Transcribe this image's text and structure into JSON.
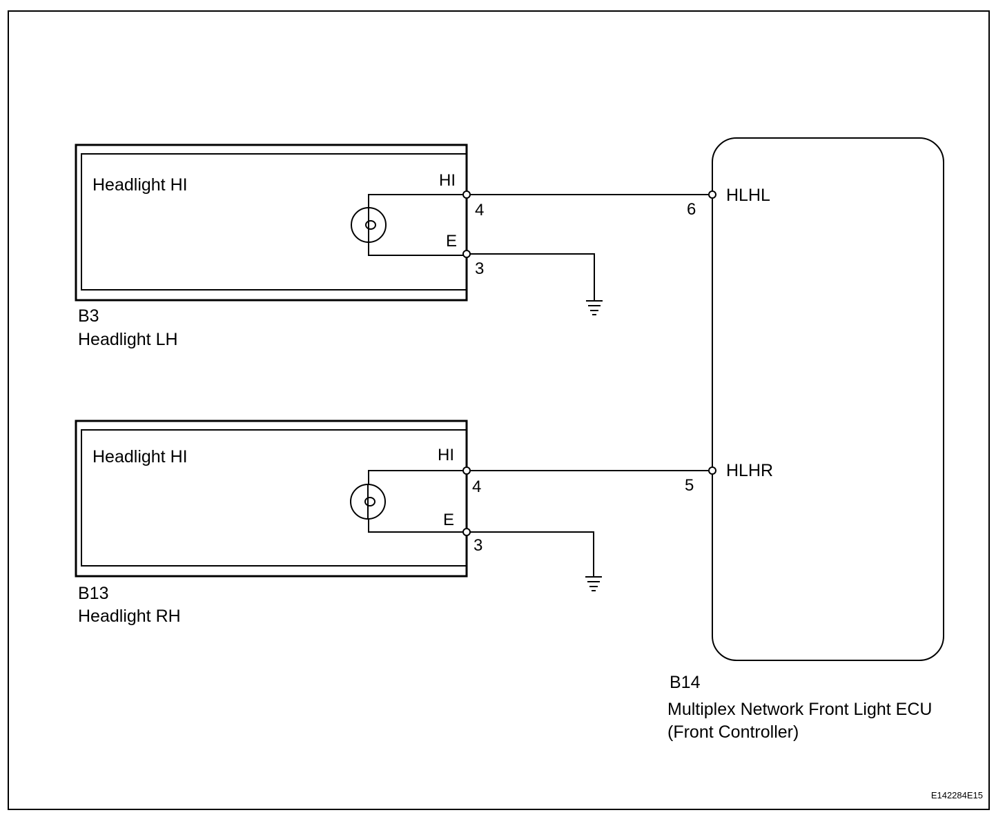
{
  "figure_id": "E142284E15",
  "components": {
    "lh": {
      "connector": "B3",
      "name": "Headlight LH",
      "inner_label": "Headlight HI",
      "hi_terminal": "HI",
      "e_terminal": "E",
      "hi_pin": "4",
      "e_pin": "3"
    },
    "rh": {
      "connector": "B13",
      "name": "Headlight RH",
      "inner_label": "Headlight HI",
      "hi_terminal": "HI",
      "e_terminal": "E",
      "hi_pin": "4",
      "e_pin": "3"
    },
    "ecu": {
      "connector": "B14",
      "name_line1": "Multiplex Network Front Light ECU",
      "name_line2": "(Front Controller)",
      "hlhl_terminal": "HLHL",
      "hlhl_pin": "6",
      "hlhr_terminal": "HLHR",
      "hlhr_pin": "5"
    }
  },
  "colors": {
    "line": "#000000",
    "background": "#ffffff"
  }
}
